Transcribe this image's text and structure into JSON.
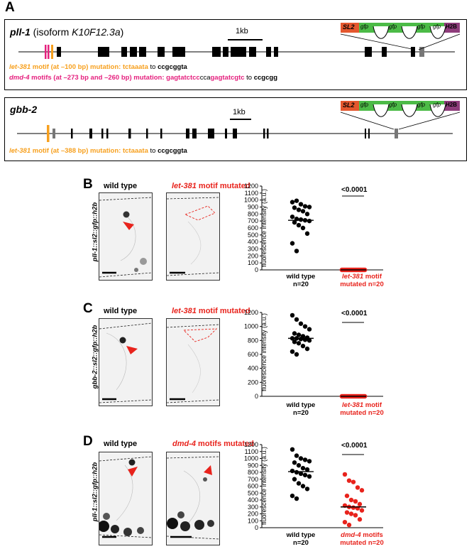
{
  "panel_a": {
    "letter": "A",
    "pll1": {
      "gene": "pll-1",
      "isoform_prefix": "(isoform ",
      "isoform": "K10F12.3a",
      "isoform_suffix": ")",
      "scale": "1kb",
      "line1_motif": "let-381",
      "line1_rest": " motif (at –100 bp) mutation: ",
      "line1_from": "tctaaata",
      "line1_to_word": " to ",
      "line1_to": "ccgcggta",
      "line2_motif": "dmd-4",
      "line2_rest": " motifs (at –273 bp and –260 bp) mutation: ",
      "line2_from_a": "gagtatctcc",
      "line2_mid": "cca",
      "line2_from_b": "gagtatcgtc",
      "line2_to_word": " to ",
      "line2_to": "ccgcgg",
      "cassette": {
        "sl2": "SL2",
        "gfp": [
          "gfp",
          "gfp",
          "gfp",
          "gfp"
        ],
        "h2b": "H2B"
      }
    },
    "gbb2": {
      "gene": "gbb-2",
      "scale": "1kb",
      "line1_motif": "let-381",
      "line1_rest": " motif (at –388 bp) mutation: ",
      "line1_from": "tctaaata",
      "line1_to_word": " to ",
      "line1_to": "ccgcggta",
      "cassette": {
        "sl2": "SL2",
        "gfp": [
          "gfp",
          "gfp",
          "gfp",
          "gfp"
        ],
        "h2b": "H2B"
      }
    }
  },
  "panel_b": {
    "letter": "B",
    "reporter": "pll-1::sl2::gfp::h2b",
    "label_wt": "wild type",
    "label_mut_italic": "let-381",
    "label_mut_rest": " motif mutated",
    "ytitle": "fluorescence intensity (a.u.)",
    "pvalue": "<0.0001",
    "x1": "wild type",
    "x1n": "n=20",
    "x2_italic": "let-381",
    "x2_rest": " motif",
    "x2n": "mutated  n=20"
  },
  "panel_c": {
    "letter": "C",
    "reporter": "gbb-2::sl2::gfp::h2b",
    "label_wt": "wild type",
    "label_mut_italic": "let-381",
    "label_mut_rest": " motif mutated",
    "ytitle": "fluorescence intensity (a.u.)",
    "pvalue": "<0.0001",
    "x1": "wild type",
    "x1n": "n=20",
    "x2_italic": "let-381",
    "x2_rest": " motif",
    "x2n": "mutated  n=20"
  },
  "panel_d": {
    "letter": "D",
    "reporter": "pll-1::sl2::gfp::h2b",
    "label_wt": "wild type",
    "label_mut_italic": "dmd-4",
    "label_mut_rest": " motifs mutated",
    "ytitle": "fluorescence intensity (a.u.)",
    "pvalue": "<0.0001",
    "x1": "wild type",
    "x1n": "n=20",
    "x2_italic": "dmd-4",
    "x2_rest": " motifs",
    "x2n": "mutated  n=20"
  },
  "colors": {
    "wt": "#000000",
    "mut": "#e8231c",
    "orange": "#f7a01e",
    "pink": "#e5207e",
    "sl2": "#e4572e",
    "gfp": "#4cbb47",
    "h2b": "#8e3c7b"
  },
  "chart_data": [
    {
      "type": "scatter",
      "panel": "B",
      "categories": [
        "wild type",
        "let-381 motif mutated"
      ],
      "ylabel": "fluorescence intensity (a.u.)",
      "ylim": [
        0,
        1200
      ],
      "yticks": [
        0,
        100,
        200,
        300,
        400,
        500,
        600,
        700,
        800,
        900,
        1000,
        1100,
        1200
      ],
      "series": [
        {
          "name": "wild type",
          "median": 710,
          "values": [
            970,
            990,
            940,
            910,
            900,
            890,
            860,
            840,
            800,
            760,
            730,
            720,
            710,
            700,
            680,
            640,
            600,
            520,
            380,
            270
          ]
        },
        {
          "name": "let-381 motif mutated",
          "median": 0,
          "values": [
            0,
            0,
            0,
            0,
            0,
            0,
            0,
            0,
            0,
            0,
            0,
            0,
            0,
            0,
            0,
            0,
            0,
            0,
            0,
            0
          ]
        }
      ]
    },
    {
      "type": "scatter",
      "panel": "C",
      "categories": [
        "wild type",
        "let-381 motif mutated"
      ],
      "ylabel": "fluorescence intensity (a.u.)",
      "ylim": [
        0,
        1200
      ],
      "yticks": [
        0,
        200,
        400,
        600,
        800,
        1000,
        1200
      ],
      "series": [
        {
          "name": "wild type",
          "median": 830,
          "values": [
            1160,
            1100,
            1040,
            1000,
            960,
            900,
            880,
            860,
            840,
            830,
            830,
            820,
            810,
            800,
            780,
            760,
            720,
            680,
            640,
            600
          ]
        },
        {
          "name": "let-381 motif mutated",
          "median": 0,
          "values": [
            0,
            0,
            0,
            0,
            0,
            0,
            0,
            0,
            0,
            0,
            0,
            0,
            0,
            0,
            0,
            0,
            0,
            0,
            0,
            0
          ]
        }
      ]
    },
    {
      "type": "scatter",
      "panel": "D",
      "categories": [
        "wild type",
        "dmd-4 motifs mutated"
      ],
      "ylabel": "fluorescence intensity (a.u.)",
      "ylim": [
        0,
        1200
      ],
      "yticks": [
        0,
        100,
        200,
        300,
        400,
        500,
        600,
        700,
        800,
        900,
        1000,
        1100,
        1200
      ],
      "series": [
        {
          "name": "wild type",
          "median": 810,
          "values": [
            1130,
            1040,
            1000,
            980,
            960,
            940,
            900,
            860,
            840,
            820,
            800,
            780,
            760,
            740,
            700,
            640,
            600,
            560,
            460,
            420
          ]
        },
        {
          "name": "dmd-4 motifs mutated",
          "median": 300,
          "values": [
            770,
            680,
            660,
            580,
            540,
            460,
            400,
            380,
            340,
            320,
            300,
            290,
            280,
            250,
            220,
            200,
            180,
            120,
            80,
            40
          ]
        }
      ]
    }
  ]
}
